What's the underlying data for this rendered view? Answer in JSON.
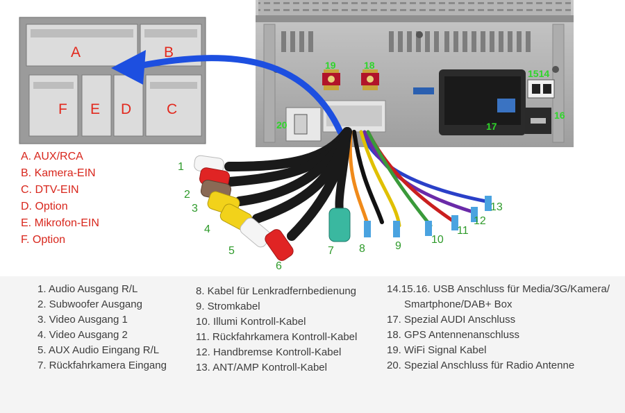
{
  "connector_letters": [
    "A",
    "B",
    "F",
    "E",
    "D",
    "C"
  ],
  "connector_legend": [
    "A. AUX/RCA",
    "B. Kamera-EIN",
    "C. DTV-EIN",
    "D. Option",
    "E. Mikrofon-EIN",
    "F. Option"
  ],
  "cable_numbers": [
    "1",
    "2",
    "3",
    "4",
    "5",
    "6",
    "7",
    "8",
    "9",
    "10",
    "11",
    "12",
    "13"
  ],
  "unit_labels": [
    "19",
    "18",
    "1514",
    "16",
    "17",
    "20"
  ],
  "list_col1": [
    "1. Audio Ausgang R/L",
    "2. Subwoofer Ausgang",
    "3. Video Ausgang 1",
    "4. Video Ausgang 2",
    "5. AUX Audio Eingang R/L",
    "7. Rückfahrkamera Eingang"
  ],
  "list_col2": [
    "8. Kabel für Lenkradfernbedienung",
    "9. Stromkabel",
    "10. Illumi Kontroll-Kabel",
    "11. Rückfahrkamera Kontroll-Kabel",
    "12. Handbremse Kontroll-Kabel",
    "13. ANT/AMP Kontroll-Kabel"
  ],
  "list_col3": [
    "14.15.16. USB Anschluss für Media/3G/Kamera/",
    "Smartphone/DAB+ Box",
    "17. Spezial AUDI Anschluss",
    "18. GPS Antennenanschluss",
    "19. WiFi Signal Kabel",
    "20. Spezial Anschluss für Radio Antenne"
  ],
  "colors": {
    "red_label": "#e2281d",
    "green_label": "#2e9a2a",
    "bright_green": "#2fd52a",
    "arrow": "#1d4fe0",
    "text": "#3c3c3c"
  }
}
